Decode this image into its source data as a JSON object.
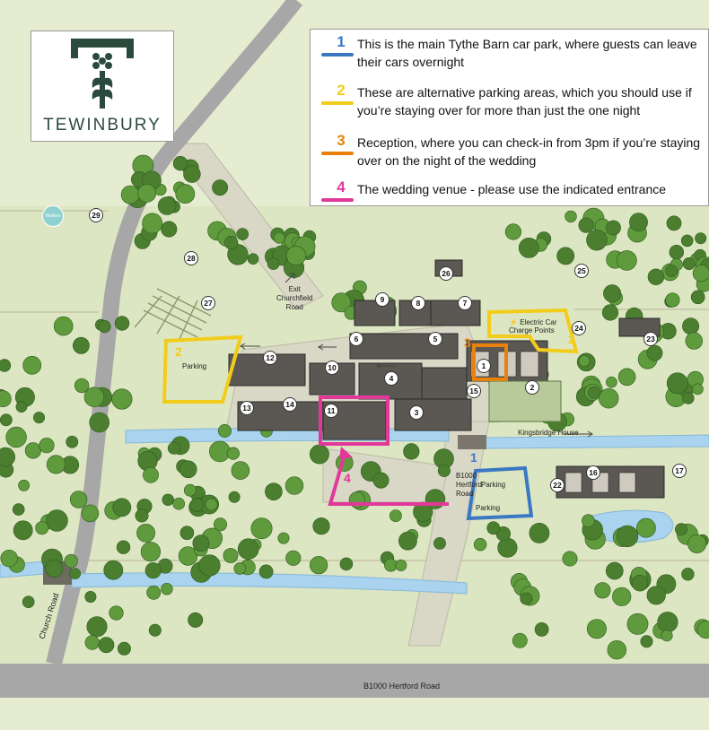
{
  "brand": {
    "name": "TEWINBURY"
  },
  "legend": [
    {
      "number": "1",
      "color": "#3a78c2",
      "text": "This is the main Tythe Barn car park, where guests can leave their cars overnight"
    },
    {
      "number": "2",
      "color": "#f2cc1b",
      "text": "These are alternative parking areas, which you should use if you’re staying over for more than just the one night"
    },
    {
      "number": "3",
      "color": "#e8820c",
      "text": "Reception, where you can check-in from 3pm if you’re staying over on the night of the wedding"
    },
    {
      "number": "4",
      "color": "#e2389a",
      "text": "The wedding venue - please use the indicated entrance"
    }
  ],
  "map_labels": {
    "parking_west": "Parking",
    "parking_main_1": "Parking",
    "parking_main_2": "Parking",
    "ev_line1": "Electric Car",
    "ev_line2": "Charge Points",
    "exit_line1": "Exit",
    "exit_line2": "Churchfield",
    "exit_line3": "Road",
    "kingsbridge": "Kingsbridge House",
    "b1000_line1": "B1000",
    "b1000_line2": "Hertford",
    "b1000_line3": "Road",
    "church_road": "Church Road",
    "hertford_road": "B1000 Hertford Road",
    "walkies": "Walkies"
  },
  "markers": {
    "m1": "1",
    "m2": "2",
    "m3": "3",
    "m4": "4",
    "m5": "5",
    "m6": "6",
    "m7": "7",
    "m8": "8",
    "m9": "9",
    "m10": "10",
    "m11": "11",
    "m12": "12",
    "m13": "13",
    "m14": "14",
    "m15": "15",
    "m16": "16",
    "m17": "17",
    "m22": "22",
    "m23": "23",
    "m24": "24",
    "m25": "25",
    "m26": "26",
    "m27": "27",
    "m28": "28",
    "m29": "29"
  },
  "overlay_numbers": {
    "n1": "1",
    "n2a": "2",
    "n2b": "2",
    "n3": "3",
    "n4": "4"
  },
  "colors": {
    "blue": "#3a78c2",
    "yellow": "#f2cc1b",
    "orange": "#e8820c",
    "pink": "#e2389a",
    "water": "#a9d3ee",
    "road": "#a7a7a7",
    "grass": "#e6ecd0"
  }
}
